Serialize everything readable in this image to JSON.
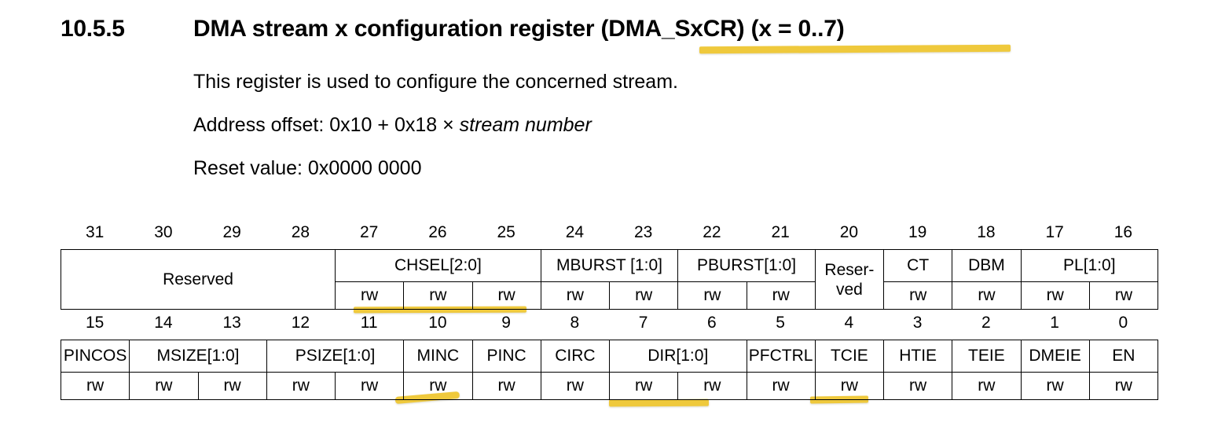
{
  "heading": {
    "number": "10.5.5",
    "title": "DMA stream x configuration register (DMA_SxCR) (x = 0..7)"
  },
  "paragraphs": {
    "description": "This register is used to configure the concerned stream.",
    "address_offset_label": "Address offset: 0x10 + 0x18 × ",
    "address_offset_italic": "stream number",
    "reset_value": "Reset value: 0x0000 0000"
  },
  "colors": {
    "highlight": "#efc93c",
    "border": "#000000",
    "text": "#000000",
    "background": "#ffffff"
  },
  "register": {
    "upper": {
      "bit_numbers": [
        "31",
        "30",
        "29",
        "28",
        "27",
        "26",
        "25",
        "24",
        "23",
        "22",
        "21",
        "20",
        "19",
        "18",
        "17",
        "16"
      ],
      "fields": [
        {
          "label": "Reserved",
          "span": 4,
          "access": null,
          "tall": true
        },
        {
          "label": "CHSEL[2:0]",
          "span": 3,
          "access": [
            "rw",
            "rw",
            "rw"
          ],
          "tall": false
        },
        {
          "label": "MBURST [1:0]",
          "span": 2,
          "access": [
            "rw",
            "rw"
          ],
          "tall": false
        },
        {
          "label": "PBURST[1:0]",
          "span": 2,
          "access": [
            "rw",
            "rw"
          ],
          "tall": false
        },
        {
          "label": "Reser-\nved",
          "span": 1,
          "access": null,
          "tall": true
        },
        {
          "label": "CT",
          "span": 1,
          "access": [
            "rw"
          ],
          "tall": false
        },
        {
          "label": "DBM",
          "span": 1,
          "access": [
            "rw"
          ],
          "tall": false
        },
        {
          "label": "PL[1:0]",
          "span": 2,
          "access": [
            "rw",
            "rw"
          ],
          "tall": false
        }
      ]
    },
    "lower": {
      "bit_numbers": [
        "15",
        "14",
        "13",
        "12",
        "11",
        "10",
        "9",
        "8",
        "7",
        "6",
        "5",
        "4",
        "3",
        "2",
        "1",
        "0"
      ],
      "fields": [
        {
          "label": "PINCOS",
          "span": 1,
          "access": [
            "rw"
          ],
          "tall": false
        },
        {
          "label": "MSIZE[1:0]",
          "span": 2,
          "access": [
            "rw",
            "rw"
          ],
          "tall": false
        },
        {
          "label": "PSIZE[1:0]",
          "span": 2,
          "access": [
            "rw",
            "rw"
          ],
          "tall": false
        },
        {
          "label": "MINC",
          "span": 1,
          "access": [
            "rw"
          ],
          "tall": false
        },
        {
          "label": "PINC",
          "span": 1,
          "access": [
            "rw"
          ],
          "tall": false
        },
        {
          "label": "CIRC",
          "span": 1,
          "access": [
            "rw"
          ],
          "tall": false
        },
        {
          "label": "DIR[1:0]",
          "span": 2,
          "access": [
            "rw",
            "rw"
          ],
          "tall": false
        },
        {
          "label": "PFCTRL",
          "span": 1,
          "access": [
            "rw"
          ],
          "tall": false
        },
        {
          "label": "TCIE",
          "span": 1,
          "access": [
            "rw"
          ],
          "tall": false
        },
        {
          "label": "HTIE",
          "span": 1,
          "access": [
            "rw"
          ],
          "tall": false
        },
        {
          "label": "TEIE",
          "span": 1,
          "access": [
            "rw"
          ],
          "tall": false
        },
        {
          "label": "DMEIE",
          "span": 1,
          "access": [
            "rw"
          ],
          "tall": false
        },
        {
          "label": "EN",
          "span": 1,
          "access": [
            "rw"
          ],
          "tall": false
        }
      ]
    }
  },
  "annotations": [
    {
      "name": "title-underline",
      "target": "DMA_SxCR) (x = 0..7)"
    },
    {
      "name": "chsel-underline",
      "target": "CHSEL[2:0] rw bits 27-25"
    },
    {
      "name": "minc-underline",
      "target": "MINC rw bit 10"
    },
    {
      "name": "dir-underline",
      "target": "DIR[1:0] rw bits 7-6"
    },
    {
      "name": "tcie-underline",
      "target": "TCIE rw bit 4"
    }
  ]
}
